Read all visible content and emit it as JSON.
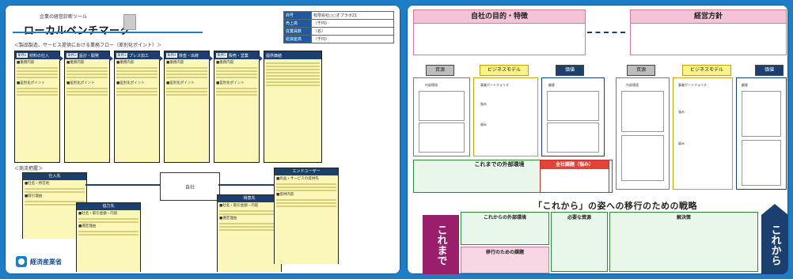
{
  "left_sheet": {
    "subtitle": "企業の経営診断ツール",
    "title": "ローカルベンチマーク",
    "info_rows": [
      {
        "key": "商号",
        "value": "有限会社○○オブラボ21"
      },
      {
        "key": "売上高",
        "value": "（千円）"
      },
      {
        "key": "従業員数",
        "value": "（名）"
      },
      {
        "key": "総資産高",
        "value": "（千円）"
      }
    ],
    "section1_title": "＜製品製造、サービス提供における業務フロー（差別化ポイント）＞",
    "steps": [
      {
        "num": "業務1",
        "name": "材料の仕入"
      },
      {
        "num": "業務2",
        "name": "設計・開発"
      },
      {
        "num": "業務3",
        "name": "プレス加工"
      },
      {
        "num": "業務4",
        "name": "検査・出荷"
      },
      {
        "num": "業務5",
        "name": "販売・営業"
      },
      {
        "num": "",
        "name": "提供価値"
      }
    ],
    "step_contents_label": "■業務内容",
    "step_diff_label": "■差別化ポイント",
    "section2_title": "＜商流把握＞",
    "flow_boxes": [
      {
        "head": "仕入先",
        "l1": "■社名・所在地",
        "l2": "■取引理由"
      },
      {
        "head": "協力先",
        "l1": "■社名・取引金額・内容",
        "l2": "■選定理由"
      },
      {
        "head": "得意先",
        "l1": "■社名・取引金額・内容",
        "l2": "■選定理由"
      },
      {
        "head": "エンドユーザー",
        "l1": "■商品・サービスの提供先",
        "l2": "■提供内容"
      }
    ],
    "middle_box": "自社",
    "logo_text": "経済産業省"
  },
  "right_sheet": {
    "purpose_title": "自社の目的・特徴",
    "policy_title": "経営方針",
    "tags": {
      "resources": "資源",
      "business_model": "ビジネスモデル",
      "value": "価値"
    },
    "model_cell_labels": {
      "internal": "内部環境",
      "portfolio": "事業ポートフォリオ",
      "strengths": "強み",
      "weaknesses": "弱み",
      "customers": "顧客"
    },
    "past_env_title": "これまでの外部環境",
    "issues_title": "全社課題（悩み）",
    "strategy_title": "「これから」の姿への移行のための戦略",
    "future_env_title": "これからの外部環境",
    "needed_resources_title": "必要な資源",
    "solution_title": "解決策",
    "transition_issues_title": "移行のための課題",
    "arrow_left": "これまで",
    "arrow_right": "これから"
  }
}
